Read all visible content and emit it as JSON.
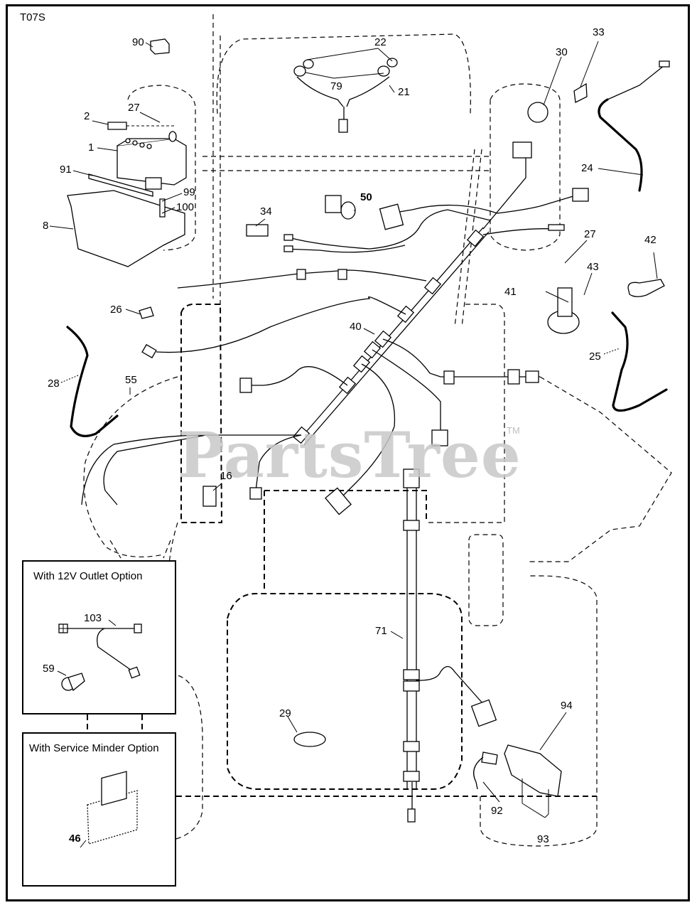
{
  "diagram": {
    "code": "T07S",
    "watermark": "PartsTree",
    "watermark_tm": "TM"
  },
  "callouts": [
    {
      "id": "90",
      "label": "90"
    },
    {
      "id": "2",
      "label": "2"
    },
    {
      "id": "27a",
      "label": "27"
    },
    {
      "id": "1",
      "label": "1"
    },
    {
      "id": "91",
      "label": "91"
    },
    {
      "id": "99",
      "label": "99"
    },
    {
      "id": "100",
      "label": "100"
    },
    {
      "id": "8",
      "label": "8"
    },
    {
      "id": "22",
      "label": "22"
    },
    {
      "id": "79",
      "label": "79"
    },
    {
      "id": "21",
      "label": "21"
    },
    {
      "id": "33",
      "label": "33"
    },
    {
      "id": "30",
      "label": "30"
    },
    {
      "id": "24",
      "label": "24"
    },
    {
      "id": "34",
      "label": "34"
    },
    {
      "id": "50",
      "label": "50"
    },
    {
      "id": "27b",
      "label": "27"
    },
    {
      "id": "42",
      "label": "42"
    },
    {
      "id": "43",
      "label": "43"
    },
    {
      "id": "41",
      "label": "41"
    },
    {
      "id": "26",
      "label": "26"
    },
    {
      "id": "40",
      "label": "40"
    },
    {
      "id": "25",
      "label": "25"
    },
    {
      "id": "28",
      "label": "28"
    },
    {
      "id": "55",
      "label": "55"
    },
    {
      "id": "16",
      "label": "16"
    },
    {
      "id": "71",
      "label": "71"
    },
    {
      "id": "29",
      "label": "29"
    },
    {
      "id": "94",
      "label": "94"
    },
    {
      "id": "92",
      "label": "92"
    },
    {
      "id": "93",
      "label": "93"
    }
  ],
  "options": {
    "outlet": {
      "title": "With 12V Outlet Option",
      "callouts": [
        {
          "id": "103",
          "label": "103"
        },
        {
          "id": "59",
          "label": "59"
        }
      ]
    },
    "service_minder": {
      "title": "With Service Minder Option",
      "callouts": [
        {
          "id": "46",
          "label": "46"
        }
      ]
    }
  }
}
